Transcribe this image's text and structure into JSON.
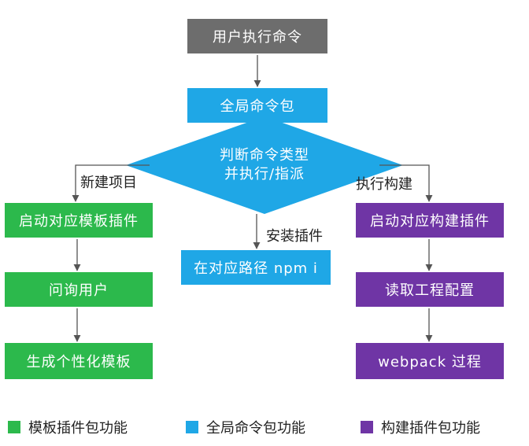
{
  "colors": {
    "start": "#6d6d6d",
    "global": "#1fa7e6",
    "template": "#2cb94c",
    "build": "#6f35a5",
    "line": "#555555"
  },
  "nodes": {
    "start": "用户执行命令",
    "global_pkg": "全局命令包",
    "decision_line1": "判断命令类型",
    "decision_line2": "并执行/指派",
    "template_start": "启动对应模板插件",
    "ask_user": "问询用户",
    "generate_template": "生成个性化模板",
    "npm_install": "在对应路径 npm i",
    "build_start": "启动对应构建插件",
    "read_config": "读取工程配置",
    "webpack": "webpack 过程"
  },
  "edges": {
    "new_project": "新建项目",
    "install_plugin": "安装插件",
    "run_build": "执行构建"
  },
  "legend": [
    {
      "label": "模板插件包功能",
      "color": "#2cb94c"
    },
    {
      "label": "全局命令包功能",
      "color": "#1fa7e6"
    },
    {
      "label": "构建插件包功能",
      "color": "#6f35a5"
    }
  ]
}
